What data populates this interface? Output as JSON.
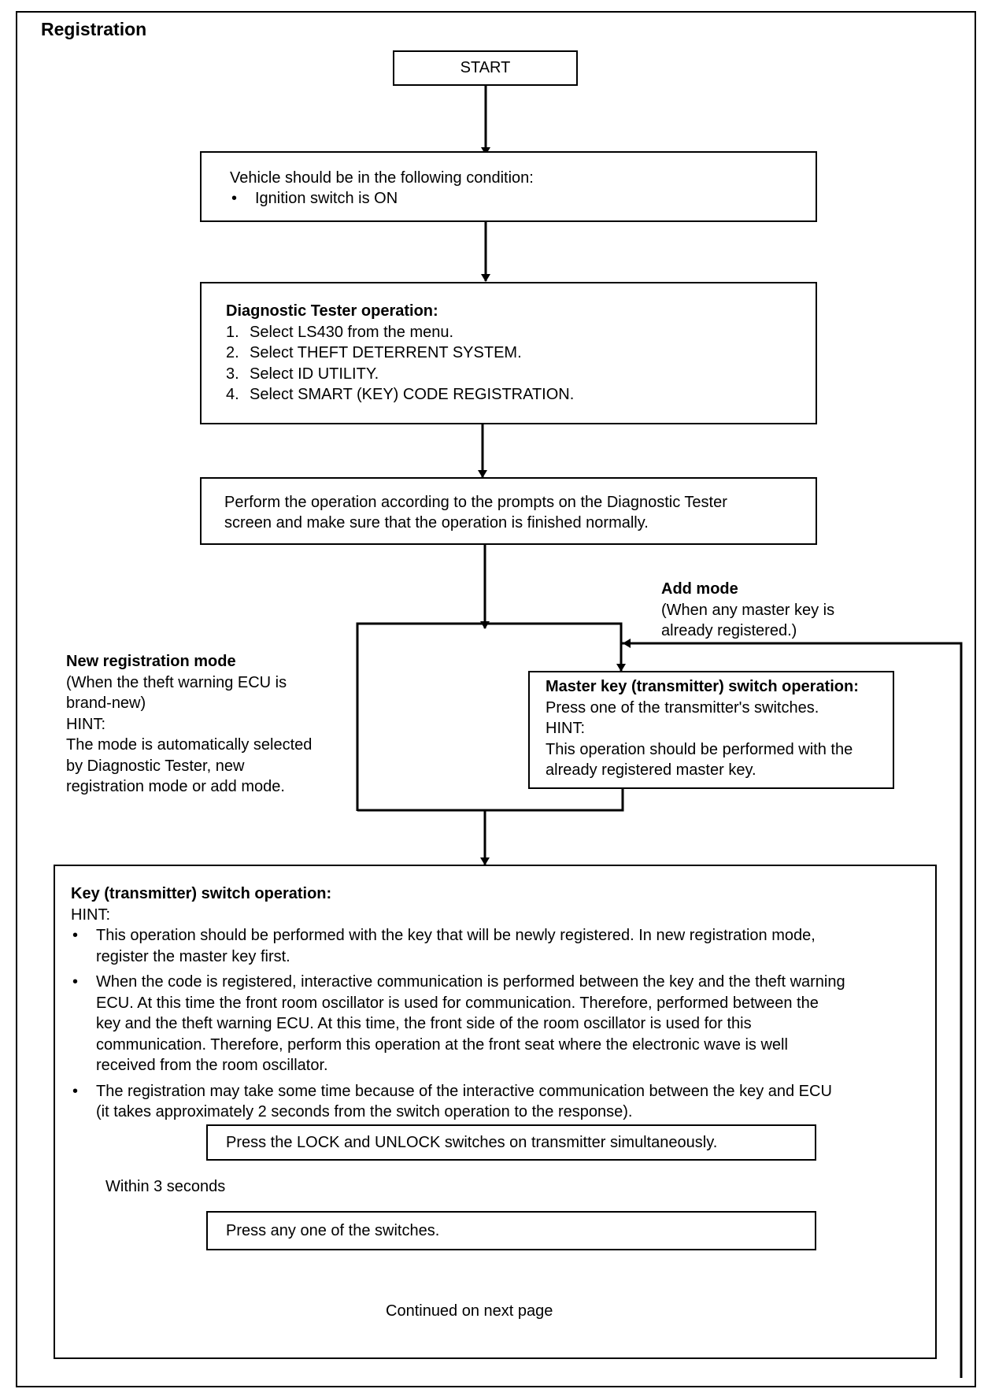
{
  "title": "Registration",
  "start": "START",
  "condition": {
    "heading": "Vehicle should be in the following condition:",
    "items": [
      "Ignition switch is ON"
    ]
  },
  "tester": {
    "heading": "Diagnostic Tester operation:",
    "steps": [
      {
        "num": "1.",
        "text": "Select LS430 from the menu."
      },
      {
        "num": "2.",
        "text": "Select THEFT DETERRENT SYSTEM."
      },
      {
        "num": "3.",
        "text": "Select ID UTILITY."
      },
      {
        "num": "4.",
        "text": "Select SMART (KEY) CODE REGISTRATION."
      }
    ]
  },
  "perform": {
    "line1": "Perform the operation according to the prompts on the Diagnostic Tester",
    "line2": "screen and make sure that the operation is finished normally."
  },
  "add_mode": {
    "heading": "Add mode",
    "line1": "(When any master key is",
    "line2": "already registered.)"
  },
  "new_mode": {
    "heading": "New registration mode",
    "line1": "(When the theft warning ECU is",
    "line2": "brand-new)",
    "hint": "HINT:",
    "line3": "The mode is automatically selected",
    "line4": "by Diagnostic Tester, new",
    "line5": "registration mode or add mode."
  },
  "master": {
    "heading": "Master key (transmitter) switch operation:",
    "line1": "Press one of the transmitter's switches.",
    "hint": "HINT:",
    "line2": "This operation should be performed with the",
    "line3": "already registered master key."
  },
  "key_op": {
    "heading": "Key (transmitter) switch operation:",
    "hint": "HINT:",
    "bullets": [
      {
        "lines": [
          "This operation should be performed with the key that will be newly registered.  In new registration mode,",
          "register the master key first."
        ]
      },
      {
        "lines": [
          "When the code is registered, interactive communication is performed between the key and the theft warning",
          "ECU.  At this time the front room oscillator is used for communication.  Therefore, performed between the",
          "key and the theft warning ECU.  At this time, the front side of the room oscillator is used for this",
          "communication.  Therefore, perform this operation at the front seat where the electronic wave is well",
          "received from the room oscillator."
        ]
      },
      {
        "lines": [
          "The registration may take some time because of the interactive communication between the key and ECU",
          "(it takes approximately 2 seconds from the switch operation to the response)."
        ]
      }
    ],
    "press1": "Press the LOCK and UNLOCK switches on transmitter simultaneously.",
    "press2": "Press any one of the switches.",
    "within": "Within 3 seconds",
    "continued": "Continued on next page"
  }
}
